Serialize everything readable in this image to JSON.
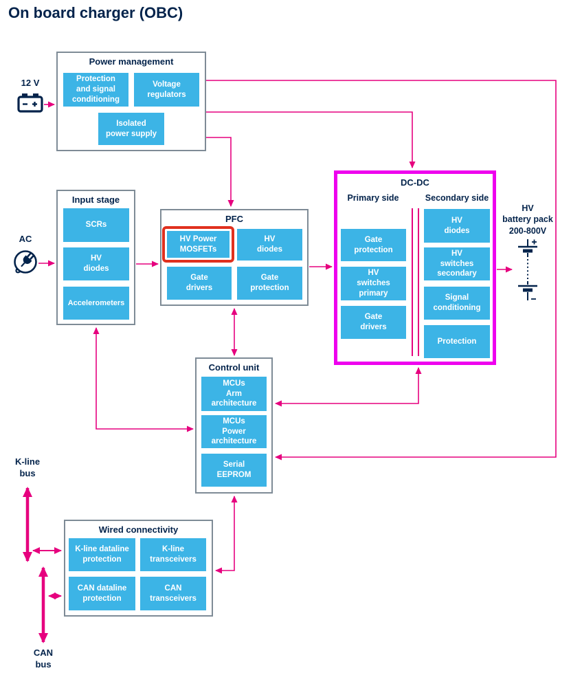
{
  "title": "On board charger (OBC)",
  "colors": {
    "navy": "#03234B",
    "blue": "#3CB4E6",
    "pink": "#E6007E",
    "magenta": "#EE00EE",
    "red": "#E0301E",
    "gray": "#7E8B96"
  },
  "blocks": {
    "power_management": {
      "title": "Power management",
      "items": [
        "Protection\nand signal\nconditioning",
        "Voltage\nregulators",
        "Isolated\npower supply"
      ]
    },
    "input_stage": {
      "title": "Input stage",
      "items": [
        "SCRs",
        "HV\ndiodes",
        "Accelerometers"
      ]
    },
    "pfc": {
      "title": "PFC",
      "items": [
        "HV Power\nMOSFETs",
        "HV\ndiodes",
        "Gate\ndrivers",
        "Gate\nprotection"
      ],
      "highlighted_item": "HV Power MOSFETs"
    },
    "dc_dc": {
      "title": "DC-DC",
      "primary_title": "Primary side",
      "secondary_title": "Secondary side",
      "primary": [
        "Gate\nprotection",
        "HV\nswitches\nprimary",
        "Gate\ndrivers"
      ],
      "secondary": [
        "HV\ndiodes",
        "HV\nswitches\nsecondary",
        "Signal\nconditioning",
        "Protection"
      ]
    },
    "control_unit": {
      "title": "Control unit",
      "items": [
        "MCUs\nArm\narchitecture",
        "MCUs\nPower\narchitecture",
        "Serial\nEEPROM"
      ]
    },
    "wired_connectivity": {
      "title": "Wired connectivity",
      "items": [
        "K-line dataline\nprotection",
        "K-line\ntransceivers",
        "CAN dataline\nprotection",
        "CAN\ntransceivers"
      ]
    }
  },
  "externals": {
    "battery_12v": "12 V",
    "ac": "AC",
    "hv_battery": "HV\nbattery pack\n200-800V",
    "kline_bus": "K-line\nbus",
    "can_bus": "CAN\nbus"
  }
}
